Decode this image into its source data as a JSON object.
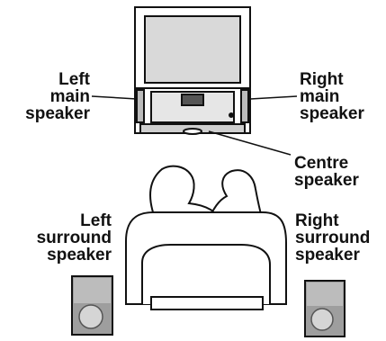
{
  "labels": {
    "left_main": [
      "Left",
      "main",
      "speaker"
    ],
    "right_main": [
      "Right",
      "main",
      "speaker"
    ],
    "centre": [
      "Centre",
      "speaker"
    ],
    "left_surround": [
      "Left",
      "surround",
      "speaker"
    ],
    "right_surround": [
      "Right",
      "surround",
      "speaker"
    ]
  },
  "colors": {
    "ink": "#111111",
    "screen_fill": "#d9d9d9",
    "speaker_fill": "#bcbcbc",
    "panel_fill": "#cfcfcf"
  }
}
